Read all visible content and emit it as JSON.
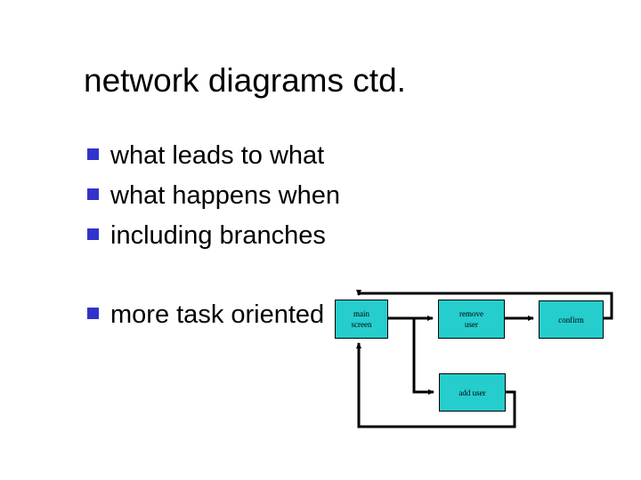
{
  "slide": {
    "title": "network diagrams ctd.",
    "background_color": "#ffffff",
    "bullet_color": "#3333CC",
    "box_fill_color": "#25CDCD",
    "line_color": "#000000",
    "bullets": [
      {
        "text": "what leads to what"
      },
      {
        "text": "what happens when"
      },
      {
        "text": "including branches"
      },
      {
        "text": "more task oriented"
      }
    ]
  },
  "diagram": {
    "nodes": [
      {
        "id": "main-screen",
        "label": "main\nscreen",
        "line1": "main",
        "line2": "screen"
      },
      {
        "id": "remove-user",
        "label": "remove\nuser",
        "line1": "remove",
        "line2": "user"
      },
      {
        "id": "confirm",
        "label": "confirm",
        "line1": "confirm",
        "line2": ""
      },
      {
        "id": "add-user",
        "label": "add user",
        "line1": "add user",
        "line2": ""
      }
    ],
    "edges": [
      {
        "from": "main-screen",
        "to": "remove-user"
      },
      {
        "from": "main-screen",
        "to": "add-user"
      },
      {
        "from": "remove-user",
        "to": "confirm"
      },
      {
        "from": "confirm",
        "to": "main-screen"
      },
      {
        "from": "add-user",
        "to": "main-screen"
      }
    ]
  }
}
